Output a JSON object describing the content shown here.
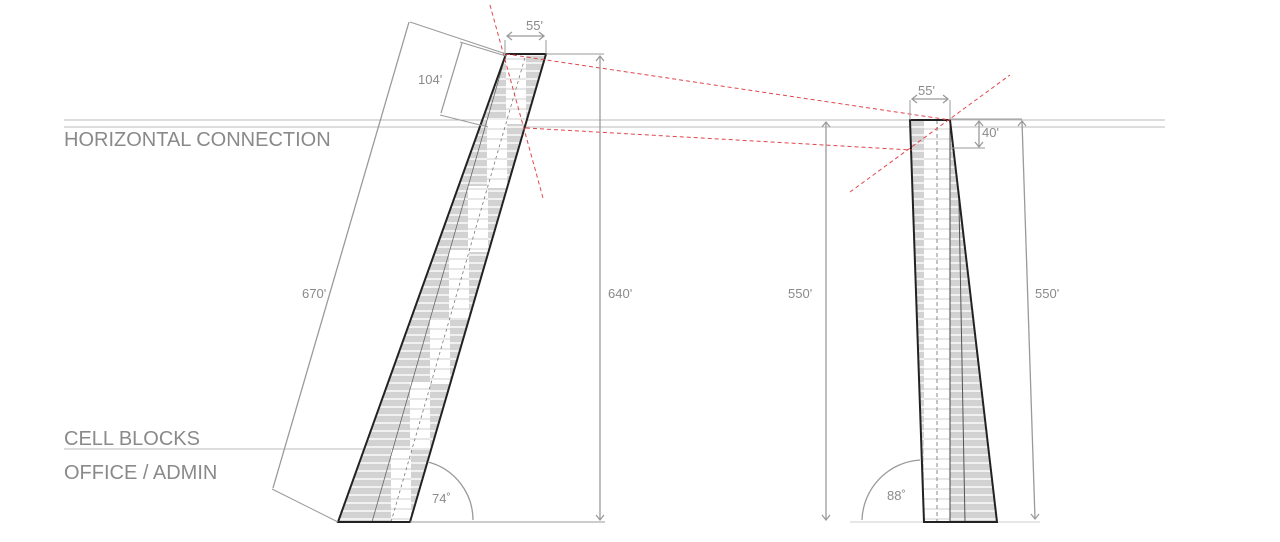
{
  "labels": {
    "horizontal_connection": "HORIZONTAL CONNECTION",
    "cell_blocks": "CELL BLOCKS",
    "office_admin": "OFFICE / ADMIN"
  },
  "left_tower": {
    "top_width": "55'",
    "offset_height": "104'",
    "slant_length": "670'",
    "height": "640'",
    "angle": "74˚"
  },
  "right_tower": {
    "top_width": "55'",
    "offset_height": "40'",
    "left_height": "550'",
    "right_height": "550'",
    "angle": "88˚"
  }
}
